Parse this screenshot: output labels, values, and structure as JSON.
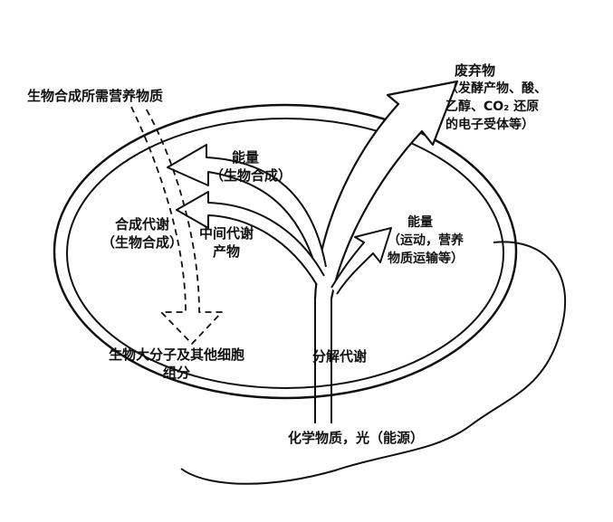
{
  "diagram": {
    "source_nutrients_label": "生物合成所需营养物质",
    "waste": {
      "title": "废弃物",
      "line1": "（发酵产物、酸、",
      "line2": "乙醇、CO₂ 还原",
      "line3": "的电子受体等）"
    },
    "energy_biosynthesis": {
      "line1": "能量",
      "line2": "（生物合成）"
    },
    "anabolism": {
      "line1": "合成代谢",
      "line2": "（生物合成）"
    },
    "intermediate": {
      "line1": "中间代谢",
      "line2": "产物"
    },
    "energy_other": {
      "line1": "能量",
      "line2": "（运动，营养",
      "line3": "物质运输等）"
    },
    "macromolecules": {
      "line1": "生物大分子及其他细胞",
      "line2": "组分"
    },
    "catabolism_label": "分解代谢",
    "source_energy_label": "化学物质，光（能源）"
  }
}
